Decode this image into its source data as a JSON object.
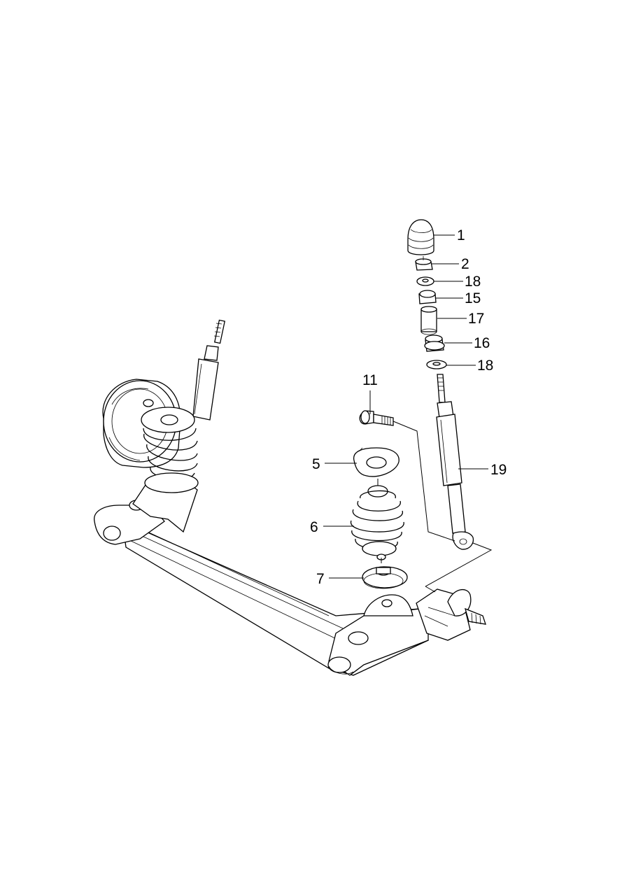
{
  "callouts": {
    "c1": "1",
    "c2": "2",
    "c18a": "18",
    "c15": "15",
    "c17": "17",
    "c16": "16",
    "c18b": "18",
    "c11": "11",
    "c5": "5",
    "c19": "19",
    "c6": "6",
    "c7": "7"
  }
}
